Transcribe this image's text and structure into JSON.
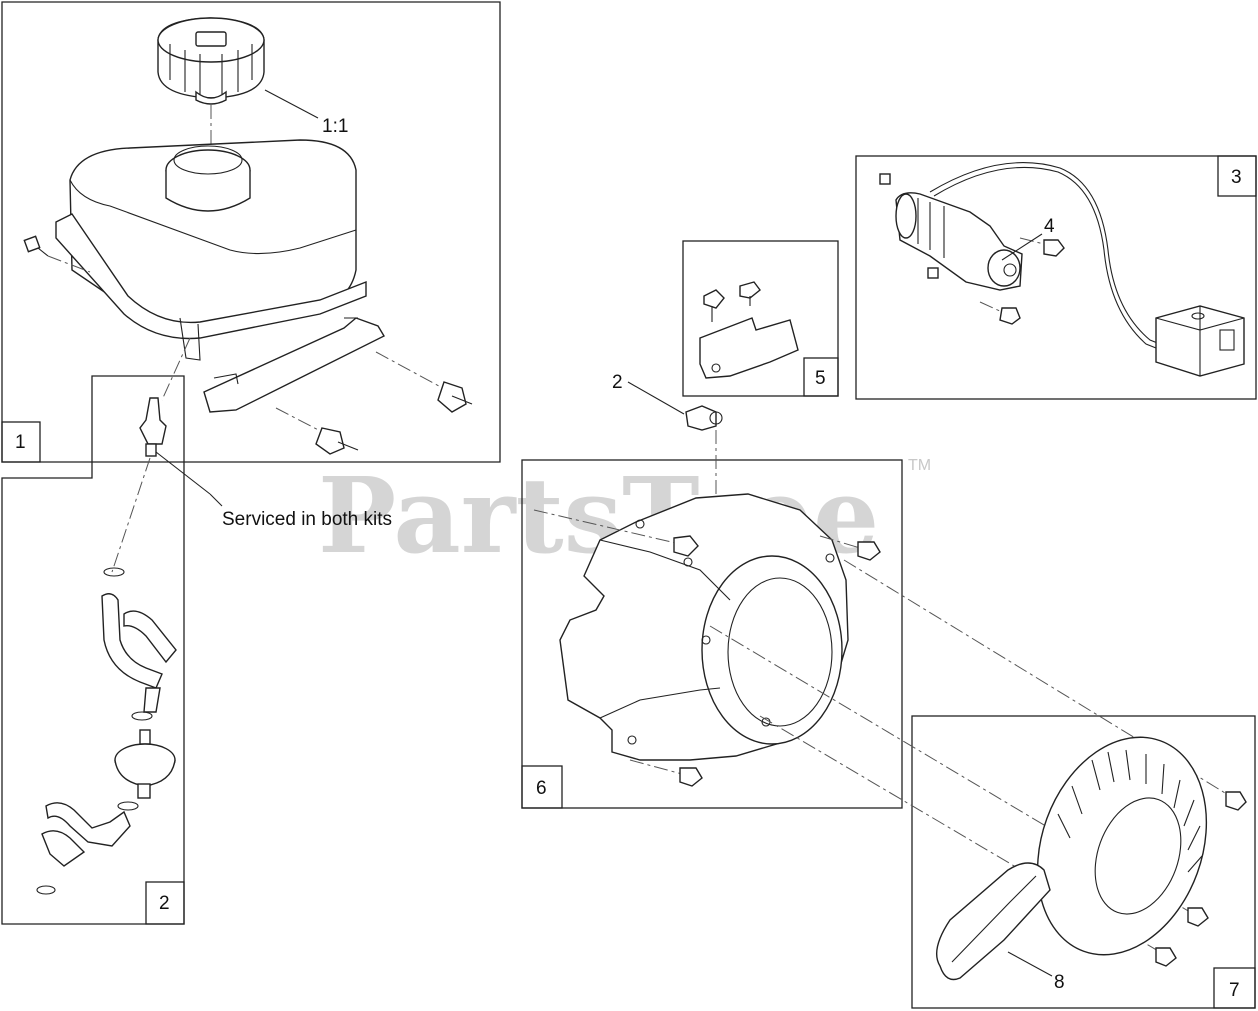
{
  "watermark": {
    "text": "PartsTree",
    "trademark": "TM"
  },
  "callouts": {
    "fuel_cap": "1:1",
    "start_motor": "4",
    "spacer": "2",
    "serviced_note": "Serviced in both kits",
    "recoil_handle": "8"
  },
  "kit_boxes": {
    "fuel_tank_kit": "1",
    "fuel_line_kit": "2",
    "electric_start_kit": "3",
    "bracket_kit": "5",
    "blower_housing_kit": "6",
    "recoil_starter_kit": "7"
  },
  "colors": {
    "line": "#222222",
    "watermark": "#c8c8c8",
    "background": "#ffffff"
  }
}
